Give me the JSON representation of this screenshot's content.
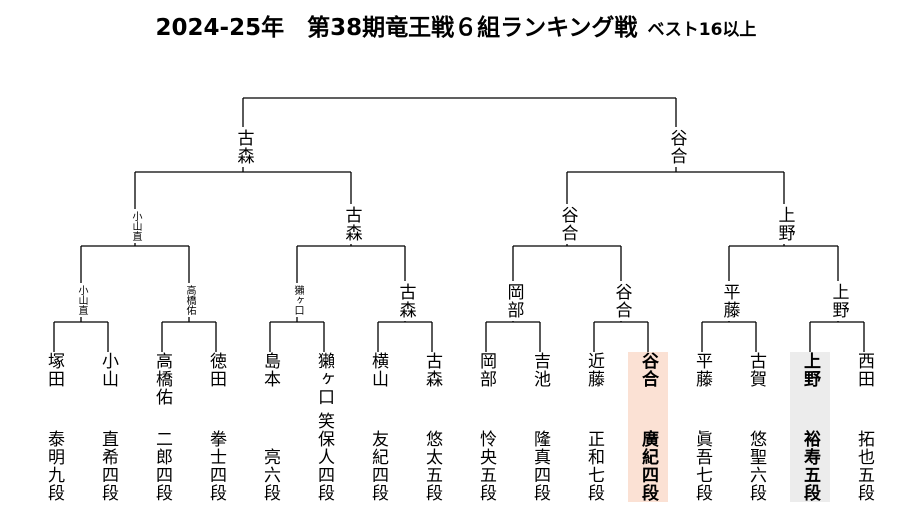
{
  "title": {
    "main": "2024-25年　第38期竜王戦６組ランキング戦",
    "sub": "ベスト16以上"
  },
  "players": [
    {
      "surname": "塚田",
      "given": "泰明",
      "rank": "九段",
      "highlight": ""
    },
    {
      "surname": "小山",
      "given": "直希",
      "rank": "四段",
      "highlight": ""
    },
    {
      "surname": "高橋佑",
      "given": "二郎",
      "rank": "四段",
      "highlight": ""
    },
    {
      "surname": "徳田",
      "given": "拳士",
      "rank": "四段",
      "highlight": ""
    },
    {
      "surname": "島本",
      "given": "亮",
      "rank": "六段",
      "highlight": ""
    },
    {
      "surname": "獺ヶ口",
      "given": "笑保人",
      "rank": "四段",
      "highlight": ""
    },
    {
      "surname": "横山",
      "given": "友紀",
      "rank": "四段",
      "highlight": ""
    },
    {
      "surname": "古森",
      "given": "悠太",
      "rank": "五段",
      "highlight": ""
    },
    {
      "surname": "岡部",
      "given": "怜央",
      "rank": "五段",
      "highlight": ""
    },
    {
      "surname": "吉池",
      "given": "隆真",
      "rank": "四段",
      "highlight": ""
    },
    {
      "surname": "近藤",
      "given": "正和",
      "rank": "七段",
      "highlight": ""
    },
    {
      "surname": "谷合",
      "given": "廣紀",
      "rank": "四段",
      "highlight": "finalist"
    },
    {
      "surname": "平藤",
      "given": "眞吾",
      "rank": "七段",
      "highlight": ""
    },
    {
      "surname": "古賀",
      "given": "悠聖",
      "rank": "六段",
      "highlight": ""
    },
    {
      "surname": "上野",
      "given": "裕寿",
      "rank": "五段",
      "highlight": "finalist"
    },
    {
      "surname": "西田",
      "given": "拓也",
      "rank": "五段",
      "highlight": ""
    }
  ],
  "results": {
    "round1": [
      "小山直",
      "高橋佑",
      "獺ヶ口",
      "古森",
      "岡部",
      "谷合",
      "平藤",
      "上野"
    ],
    "quarterfinal": [
      "小山直",
      "古森",
      "谷合",
      "上野"
    ],
    "semifinal": [
      "古森",
      "谷合"
    ],
    "final": ""
  },
  "colors": {
    "finalist_1": "#fbe1d4",
    "finalist_2": "#ececec"
  }
}
